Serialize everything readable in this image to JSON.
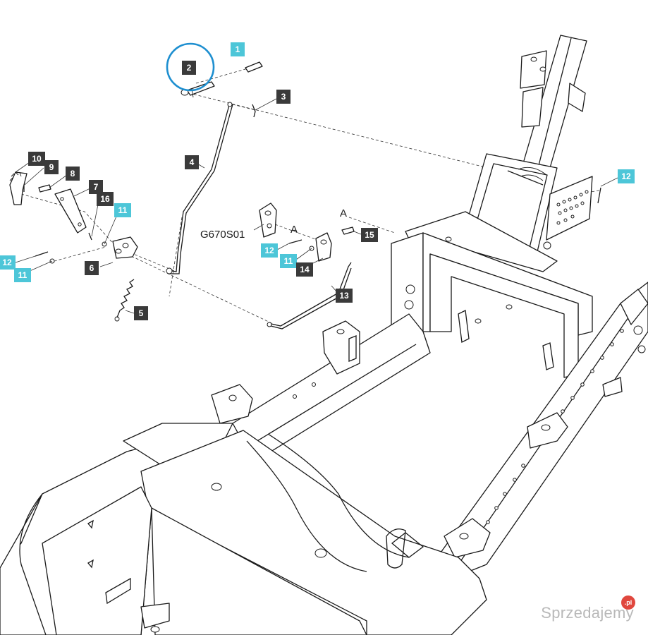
{
  "diagram": {
    "highlighted_part": "2",
    "plain_labels": {
      "section_code": "G670S01",
      "ref_a_top": "A",
      "ref_a_mid": "A"
    },
    "callouts": [
      {
        "id": "c1",
        "text": "1",
        "style": "cyan"
      },
      {
        "id": "c2",
        "text": "2",
        "style": "dark"
      },
      {
        "id": "c3",
        "text": "3",
        "style": "dark"
      },
      {
        "id": "c4",
        "text": "4",
        "style": "dark"
      },
      {
        "id": "c5",
        "text": "5",
        "style": "dark"
      },
      {
        "id": "c6",
        "text": "6",
        "style": "dark"
      },
      {
        "id": "c7",
        "text": "7",
        "style": "dark"
      },
      {
        "id": "c8",
        "text": "8",
        "style": "dark"
      },
      {
        "id": "c9",
        "text": "9",
        "style": "dark"
      },
      {
        "id": "c10",
        "text": "10",
        "style": "dark"
      },
      {
        "id": "c11a",
        "text": "11",
        "style": "cyan"
      },
      {
        "id": "c11b",
        "text": "11",
        "style": "cyan"
      },
      {
        "id": "c11c",
        "text": "11",
        "style": "cyan"
      },
      {
        "id": "c12a",
        "text": "12",
        "style": "cyan"
      },
      {
        "id": "c12b",
        "text": "12",
        "style": "cyan"
      },
      {
        "id": "c12c",
        "text": "12",
        "style": "cyan"
      },
      {
        "id": "c13",
        "text": "13",
        "style": "dark"
      },
      {
        "id": "c14",
        "text": "14",
        "style": "dark"
      },
      {
        "id": "c15",
        "text": "15",
        "style": "dark"
      },
      {
        "id": "c16",
        "text": "16",
        "style": "dark"
      }
    ]
  },
  "colors": {
    "callout_dark": "#3a3a3a",
    "callout_cyan": "#4dc6d8",
    "highlight": "#1e8fd0"
  },
  "watermark": {
    "text": "Sprzedajemy",
    "badge": ".pl"
  }
}
